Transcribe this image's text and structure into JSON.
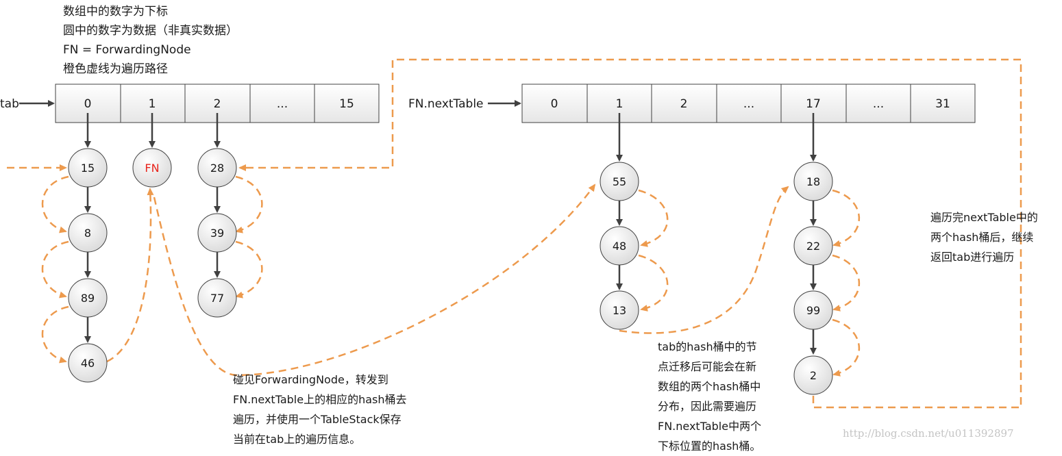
{
  "legend": {
    "line1": "数组中的数字为下标",
    "line2": "圆中的数字为数据（非真实数据）",
    "line3": "FN = ForwardingNode",
    "line4": "橙色虚线为遍历路径"
  },
  "tab": {
    "label": "tab",
    "cells": [
      "0",
      "1",
      "2",
      "...",
      "15"
    ],
    "columns": [
      [
        "15",
        "8",
        "89",
        "46"
      ],
      [
        "FN"
      ],
      [
        "28",
        "39",
        "77"
      ]
    ]
  },
  "next_table": {
    "label": "FN.nextTable",
    "cells": [
      "0",
      "1",
      "2",
      "...",
      "17",
      "...",
      "31"
    ],
    "columns": [
      [
        "55",
        "48",
        "13"
      ],
      [
        "18",
        "22",
        "99",
        "2"
      ]
    ]
  },
  "notes": {
    "forwarding": [
      "碰见ForwardingNode，转发到",
      "FN.nextTable上的相应的hash桶去",
      "遍历，并使用一个TableStack保存",
      "当前在tab上的遍历信息。"
    ],
    "migration": [
      "tab的hash桶中的节",
      "点迁移后可能会在新",
      "数组的两个hash桶中",
      "分布，因此需要遍历",
      "FN.nextTable中两个",
      "下标位置的hash桶。"
    ],
    "return": [
      "遍历完nextTable中的",
      "两个hash桶后，继续",
      "返回tab进行遍历"
    ]
  },
  "colors": {
    "path": "#ED9A4D",
    "arrow": "#404040",
    "fn_text": "#E8231B",
    "cell_fill": "#F0F0F0"
  },
  "watermark": "http://blog.csdn.net/u011392897"
}
